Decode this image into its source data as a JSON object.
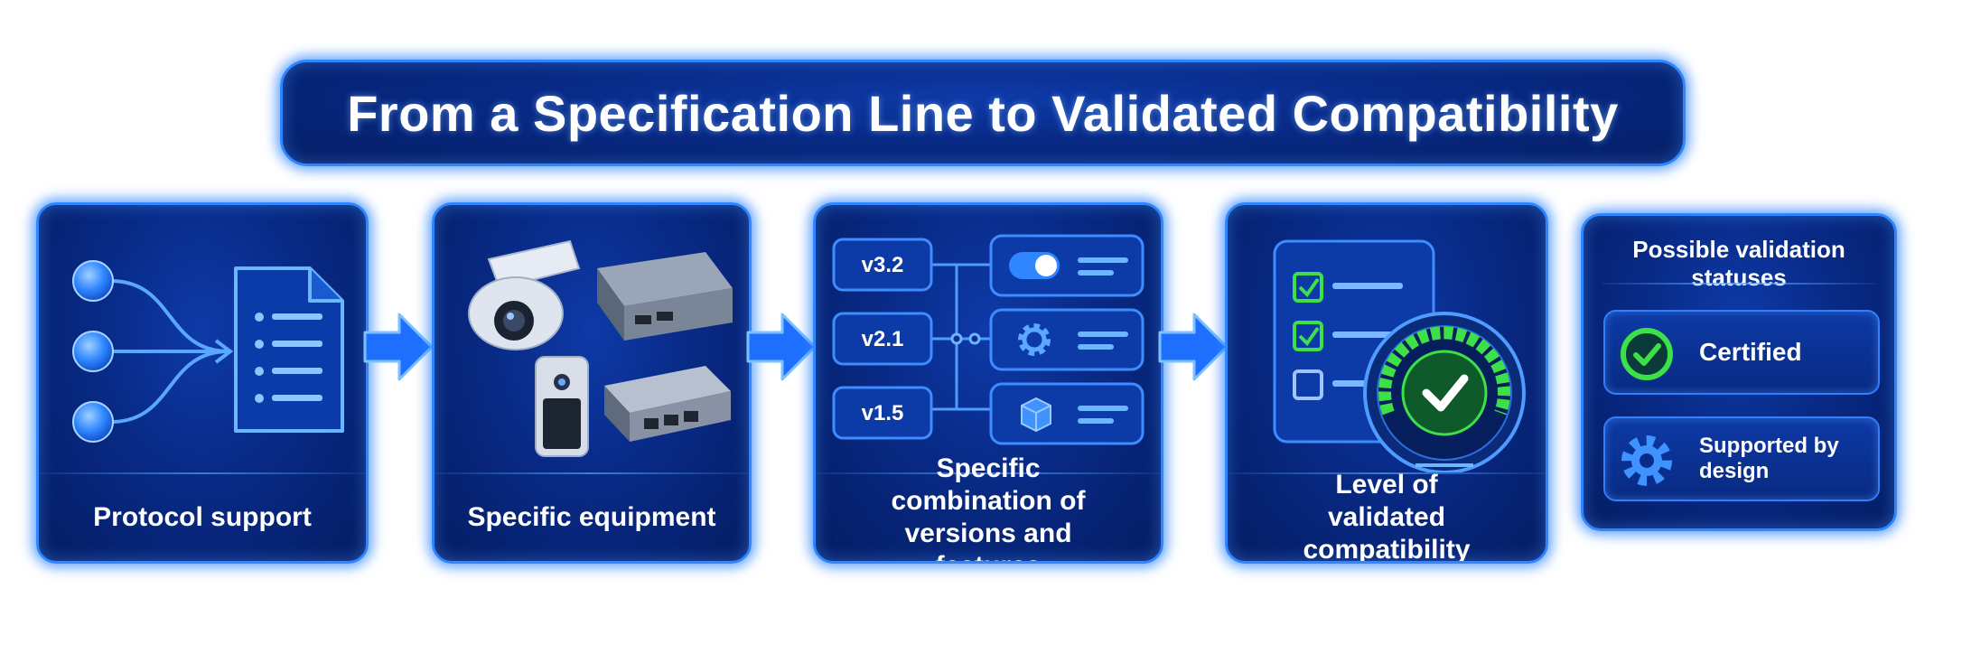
{
  "title": "From a Specification Line to Validated Compatibility",
  "steps": [
    {
      "label": "Protocol support"
    },
    {
      "label": "Specific equipment"
    },
    {
      "label": "Specific combination of versions and features",
      "versions": [
        "v3.2",
        "v2.1",
        "v1.5"
      ]
    },
    {
      "label": "Level of validated compatibility"
    }
  ],
  "statuses": {
    "heading": "Possible validation statuses",
    "items": [
      {
        "label": "Certified",
        "icon": "check-circle-icon"
      },
      {
        "label": "Supported by design",
        "icon": "gear-icon"
      }
    ]
  },
  "colors": {
    "accent": "#2f86ff",
    "box_fill": "#082a86",
    "check_green": "#3ee04a"
  }
}
